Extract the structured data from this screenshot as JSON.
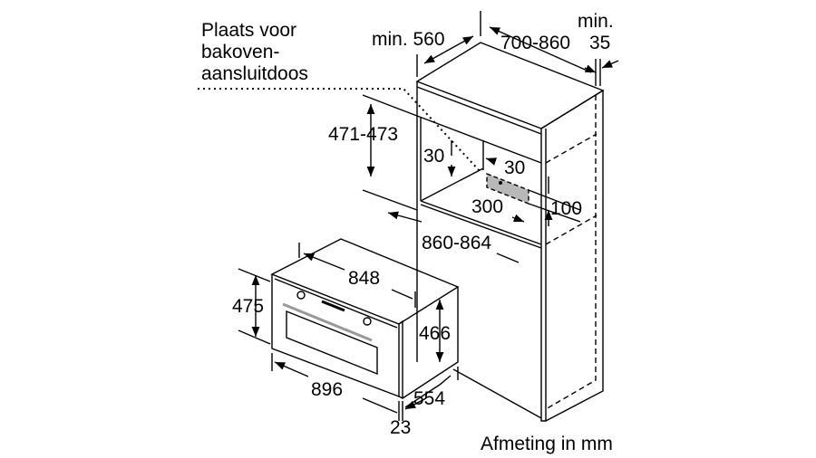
{
  "note": {
    "line1": "Plaats voor",
    "line2": "bakoven-",
    "line3": "aansluitdoos"
  },
  "dimensions": {
    "cabinet_depth": "min. 560",
    "cabinet_width": "700-860",
    "side_min_label": "min.",
    "side_min_value": "35",
    "niche_height": "471-473",
    "socket_top": "30",
    "socket_side": "30",
    "socket_width": "300",
    "socket_height": "100",
    "niche_width": "860-864",
    "oven_top_width": "848",
    "oven_height": "475",
    "oven_body_height": "466",
    "oven_width": "896",
    "oven_depth": "554",
    "panel_thickness": "23"
  },
  "unit_caption": "Afmeting in mm",
  "colors": {
    "line": "#000000",
    "socket_fill": "#b8b8b8"
  }
}
